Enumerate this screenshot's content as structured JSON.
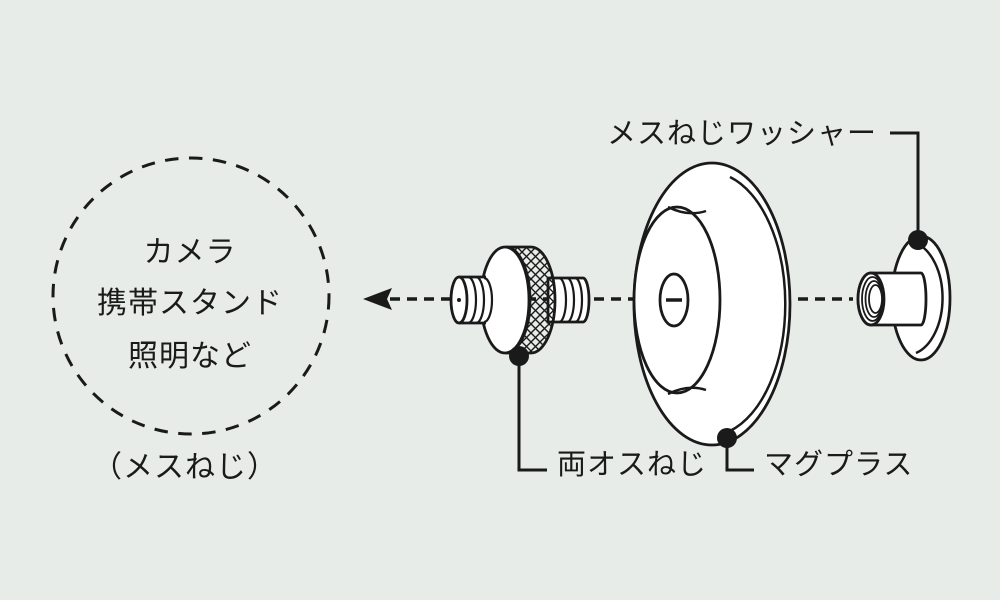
{
  "diagram": {
    "colors": {
      "background": "#E7ECE9",
      "line": "#1A1A1A",
      "fill": "#FFFFFF"
    },
    "target_circle": {
      "line1": "カメラ",
      "line2": "携帯スタンド",
      "line3": "照明など",
      "caption": "（メスねじ）"
    },
    "labels": {
      "washer": "メスねじワッシャー",
      "screw": "両オスねじ",
      "base": "マグプラス"
    }
  }
}
